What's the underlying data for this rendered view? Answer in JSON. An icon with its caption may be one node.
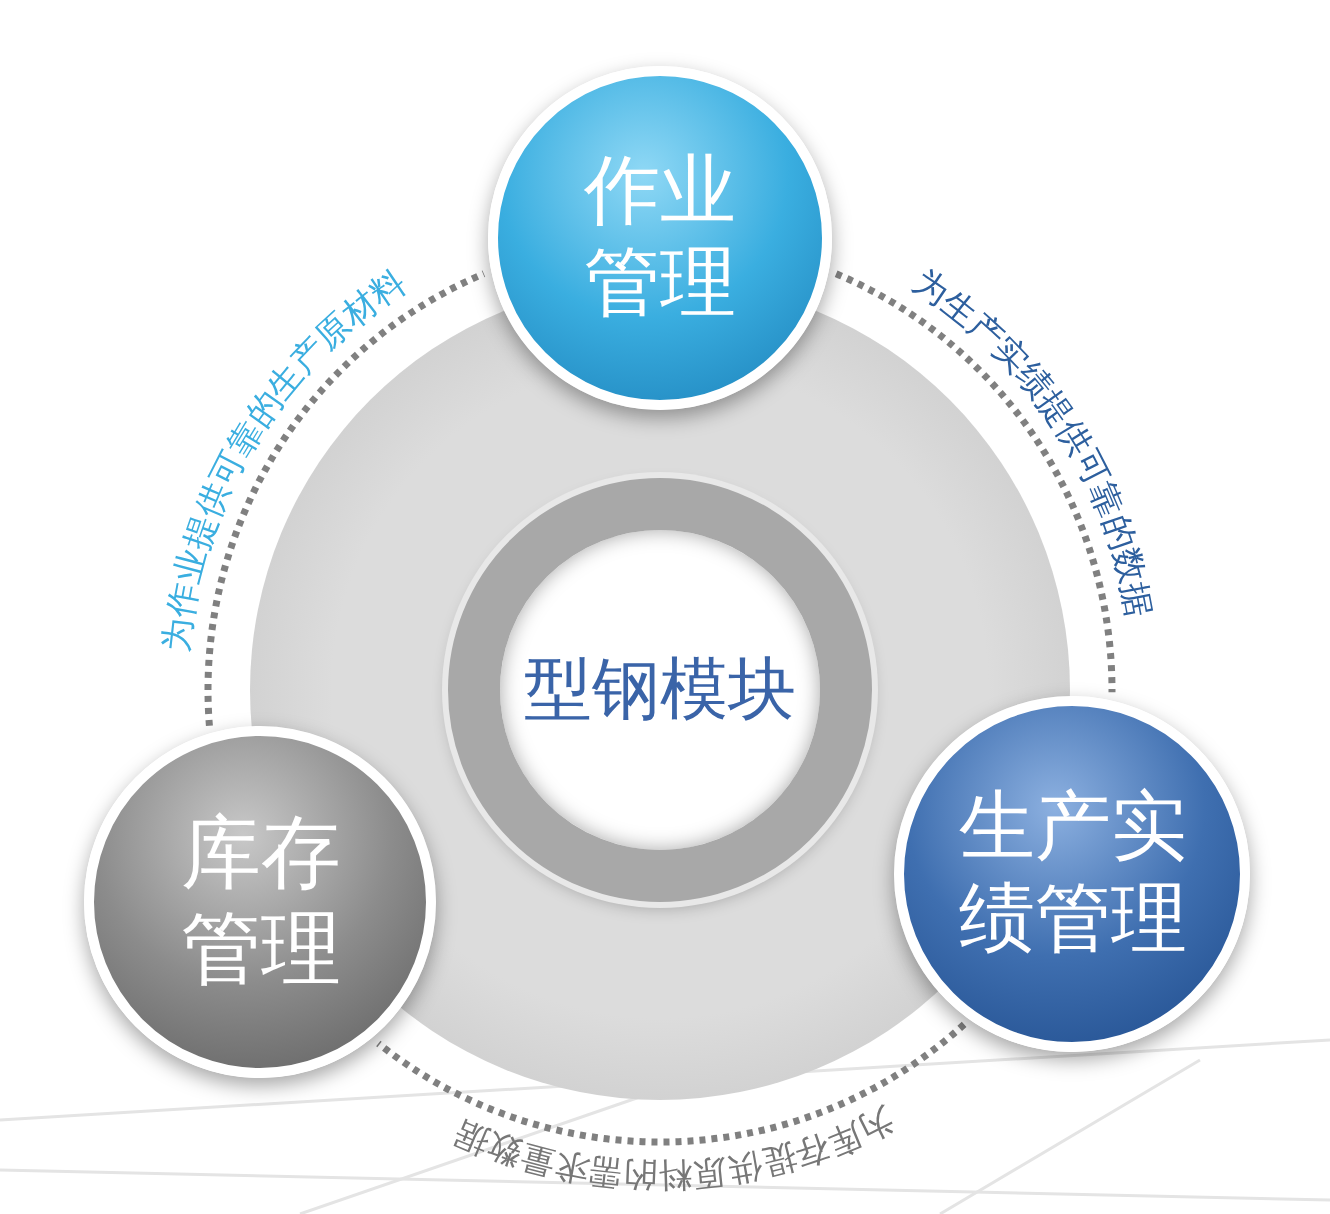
{
  "diagram": {
    "nodes": [
      {
        "text": [
          "作业管理"
        ]
      },
      {
        "text": [
          "型钢模块"
        ]
      },
      {
        "text": [
          "库存管理"
        ]
      },
      {
        "text": [
          "生产实绩管理"
        ]
      }
    ],
    "edges": [
      {
        "from": 2,
        "to": 0,
        "arrow": "none",
        "label": "为作业提供可靠的生产原材料"
      },
      {
        "from": 0,
        "to": 3,
        "arrow": "none",
        "label": "为生产实绩提供可靠的数据"
      },
      {
        "from": 3,
        "to": 2,
        "arrow": "none",
        "label": "为库存提供原料的需求量数据"
      }
    ]
  }
}
